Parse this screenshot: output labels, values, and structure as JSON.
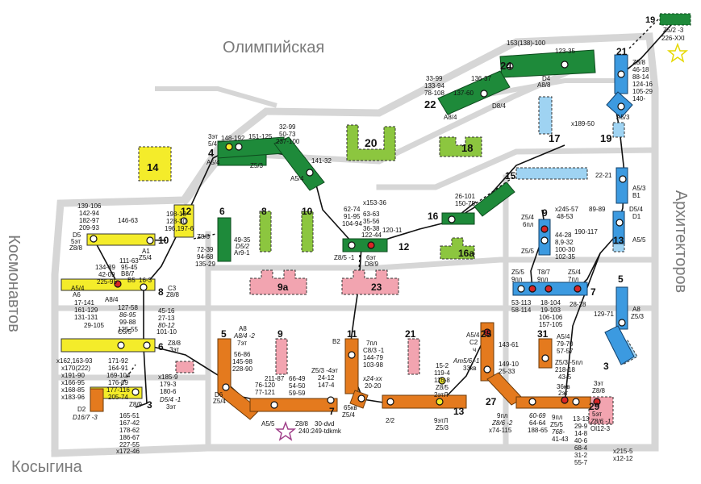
{
  "streets": {
    "olympic": "Олимпийская",
    "kosmonavtov": "Космонавтов",
    "arkhitektorov": "Архитекторов",
    "kosygina": "Косыгина"
  },
  "colors": {
    "green": "#1e8a3a",
    "yellow": "#f4ec2a",
    "blue": "#3c9ae0",
    "orange": "#e47a1e",
    "light_green": "#8cc63f",
    "light_blue": "#9fd3f2",
    "pink": "#f2a4b0",
    "road": "#d6d6d6",
    "route": "#111111"
  },
  "buildings": {
    "b19": "19",
    "b21": "21",
    "b24": "24",
    "b22": "22",
    "b20": "20",
    "b18": "18",
    "b17": "17",
    "b4": "4",
    "b14": "14",
    "b12": "12",
    "b6": "6",
    "b8": "8",
    "b10": "10",
    "b12b": "12",
    "b16": "16",
    "b16a": "16а",
    "b15": "15",
    "b9": "9",
    "b7": "7",
    "b13": "13",
    "b5r": "5",
    "b3": "3",
    "b10l": "10",
    "b8l": "8",
    "b9a": "9а",
    "b23": "23",
    "b6l": "6",
    "b3l": "3",
    "b5": "5",
    "b9b": "9",
    "b11": "11",
    "b21b": "21",
    "b25": "25",
    "b31": "31",
    "b27": "27",
    "b29": "29",
    "b7b": "7",
    "b13b": "13"
  },
  "labels": {
    "l19a": "Z5/2 -3",
    "l19b": "226-XXI",
    "l153": "153(138)-100",
    "l123": "123-35",
    "l21a": "Z8/8",
    "l21b": "46-18",
    "l21c": "88-14",
    "l21d": "124-16",
    "l21e": "105-29",
    "l21f": "140-",
    "l24a": "D4",
    "l24b": "A8/8",
    "l136": "136-37",
    "l3399": "33-99",
    "l13394": "133-94",
    "l78108": "78-108",
    "l13760": "137-60",
    "lD84": "D8/4",
    "lA84": "A8/4",
    "lx18950": "x189-50",
    "lA53r": "A5/3",
    "l3299": "32-99",
    "l5073": "50-73",
    "l237": "237-100",
    "l3et": "3эт",
    "l54": "5/4",
    "l148": "148-192",
    "l151": "151-125",
    "lA54l": "A5/4",
    "lZ53": "Z5/3",
    "l141": "141-32",
    "lA54": "A5/4",
    "l2221": "22-21",
    "lA53b": "A5/3",
    "lB1": "B1",
    "lD54": "D5/4",
    "lD1": "D1",
    "l8989": "89-89",
    "l190": "190-117",
    "lA55": "A5/5",
    "l139": "139-106",
    "l142": "142-94",
    "l182": "182-97",
    "l209": "209-93",
    "lD5": "D5",
    "l5et": "5эт",
    "lZ88a": "Z8/8",
    "l14663": "146-63",
    "l198": "198-18",
    "l128": "128-30",
    "l196": "196,197-6",
    "lA1": "A1",
    "lZ54": "Z5/4",
    "l111": "111-63",
    "l9545": "95-45",
    "lB87": "B8/7",
    "lB5": "B5",
    "l134": "134-89",
    "l4209": "42-09",
    "l225": "225-95",
    "l163": "16-3",
    "lA54c": "A5/4",
    "lA6": "A6",
    "lA84c": "A8/4",
    "lC3": "C3",
    "lZ88b": "Z8/8",
    "l17141": "17-141",
    "l161": "161-129",
    "l131": "131-131",
    "l12758": "127-58",
    "l8695": "86-95",
    "l9988": "99-88",
    "l12555": "125-55",
    "lZ86": "Z8/6",
    "l4935": "49-35",
    "lD52": "D5/2",
    "lAr91": "Ar9-1",
    "l7239": "72-39",
    "l9468": "94-68",
    "l13529": "135-29",
    "l6274": "62-74",
    "l9195": "91-95",
    "l10494": "104-94",
    "lx153": "x153-36",
    "l6363": "63-63",
    "l3556": "35-56",
    "l3638": "36-38",
    "l12244": "122-44",
    "l12011": "120-11",
    "lZ851": "Z8/5 -1",
    "l6et": "6эт",
    "lD89": "D8/9",
    "l26101": "26-101",
    "l15075": "150-75",
    "lZ54b": "Z5/4",
    "l6pl": "6пл",
    "lZ55": "Z5/5",
    "lx245": "x245-57",
    "l4853": "48-53",
    "l4428": "44-28",
    "l8932": "8,9-32",
    "l10030": "100-30",
    "l10235": "102-35",
    "lZ55b": "Z5/5",
    "l9pl": "9пл",
    "lT87": "T8/7",
    "l9pl2": "9пл",
    "lZ54c": "Z5/4",
    "l7pl": "7пл",
    "l53113": "53-113",
    "l58114": "58-114",
    "l18104": "18-104",
    "l19103": "19-103",
    "l106": "106-106",
    "l157": "157-105",
    "l2828": "28-28",
    "l12971": "129-71",
    "lA8r": "A8",
    "lZ53r": "Z5/3",
    "l4516": "45-16",
    "l2713": "27-13",
    "l8012": "80-12",
    "l10110": "101-10",
    "l29105": "29-105",
    "lC55": "C5/5",
    "lZ88c": "Z8/8",
    "l3et2": "3эт",
    "lx162": "x162,163-93",
    "lx170": "x170(222)",
    "lx191": "x191-90",
    "lx166": "x166-95",
    "lx168": "x168-85",
    "lx183": "x183-96",
    "l17192": "171-92",
    "l16491": "164-91",
    "l169": "169-104",
    "l17689": "176-89",
    "l17716": "177-116",
    "l20574": "205-74",
    "lx185": "x185-9",
    "l1793": "179-3",
    "l1806": "180-6",
    "lZ89": "Z8/9",
    "lD541": "D5/4 -1",
    "l3et3": "3эт",
    "lD2": "D2",
    "lD167": "D16/7 -3",
    "l16551": "165-51",
    "l16742": "167-42",
    "l17862": "178-62",
    "l18667": "186-67",
    "l22755": "227-55",
    "lx17246": "x172-46",
    "lA8": "A8",
    "lA842": "A8/4 -2",
    "l7et": "7эт",
    "l5686": "56-86",
    "l14598": "145-98",
    "l22890": "228-90",
    "lD6": "D6",
    "lZ54d": "Z5/4",
    "l21187": "211-87",
    "l7612": "76-120",
    "l77121": "77-121",
    "l6649": "66-49",
    "l5450": "54-50",
    "l5959": "59-59",
    "lA55b": "A5/5",
    "lZ88d": "Z8/8",
    "l30dvd": "30-dvd",
    "l240": "240:249-tdkmk",
    "lB2": "B2",
    "l7pl3": "7пл",
    "lC831": "C8/3 -1",
    "l14479": "144-79",
    "l10398": "103-98",
    "lZ534": "Z5/3 -4эт",
    "l2412": "24-12",
    "l1474": "147-4",
    "lx24xx": "x24-xx",
    "l2020": "20-20",
    "l65kv": "65кв",
    "lZ54e": "Z5/4",
    "l22": "2/2",
    "l152": "15-2",
    "l1194": "119-4",
    "l1168": "116-8",
    "lZ85": "Z8/5",
    "l2etl": "2этЛ",
    "l9etl": "9этЛ",
    "lZ53c": "Z5/3",
    "lA54f": "A5/4",
    "lC2": "C2",
    "lch": "ч",
    "l14361": "143-61",
    "lAm561": "Am5/6 -1",
    "l33kv": "33кв",
    "l14910": "149-10",
    "l2533": "25-33",
    "lA54g": "A5/4",
    "l7970": "79-70",
    "l5757": "57-57",
    "lZ535pl": "Z5/3 -5пл",
    "l21818": "218-18",
    "l435": "43-5",
    "l36kv": "36кв",
    "l2et": "2эт",
    "l3et4": "3эт",
    "lZ88e": "Z8/8",
    "l9pl3": "9пл",
    "lZ55c": "Z5/5",
    "l768": "768-",
    "l4143": "41-43",
    "l6069": "60-69",
    "l6464": "64-64",
    "l18865": "188-65",
    "l9pl4": "9пл",
    "lZ862": "Z8/6 -2",
    "lx74": "x74-115",
    "l1313": "13-13",
    "l299": "29-9",
    "l148b": "14-8",
    "l406": "40-6",
    "l684": "68-4",
    "l312": "31-2",
    "l557": "55-7",
    "l5et2": "5эт",
    "lZ861": "Z8/6 -1",
    "lOl123": "Ol12-3",
    "lx2155": "x215-5",
    "lx1212": "x12-12"
  }
}
